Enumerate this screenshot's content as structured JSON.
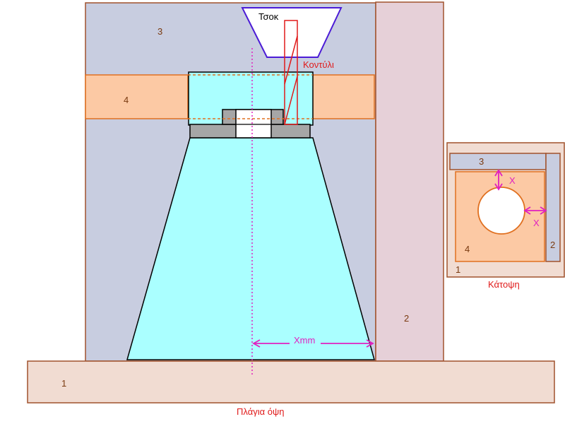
{
  "side_view": {
    "caption": "Πλάγια όψη",
    "labels": {
      "part1": "1",
      "part2": "2",
      "part3": "3",
      "part4": "4",
      "chalk": "Τσοκ",
      "pencil": "Κοντύλι",
      "distance": "Xmm"
    }
  },
  "top_view": {
    "caption": "Κάτοψη",
    "labels": {
      "part1": "1",
      "part2": "2",
      "part3": "3",
      "part4": "4",
      "x_top": "X",
      "x_right": "X"
    }
  },
  "colors": {
    "base_fill": "#f1dcd2",
    "base_stroke": "#a0522d",
    "column_fill": "#e6d0d8",
    "back_plate_fill": "#c8cde0",
    "clamp_fill": "#fcc9a4",
    "clamp_stroke": "#e07020",
    "cyan_fill": "#aaffff",
    "gray_fill": "#a6a6a6",
    "chuck_stroke": "#4b1bd6",
    "red": "#e01a1a",
    "magenta": "#e020c0",
    "label_brown": "#7a3a10"
  }
}
